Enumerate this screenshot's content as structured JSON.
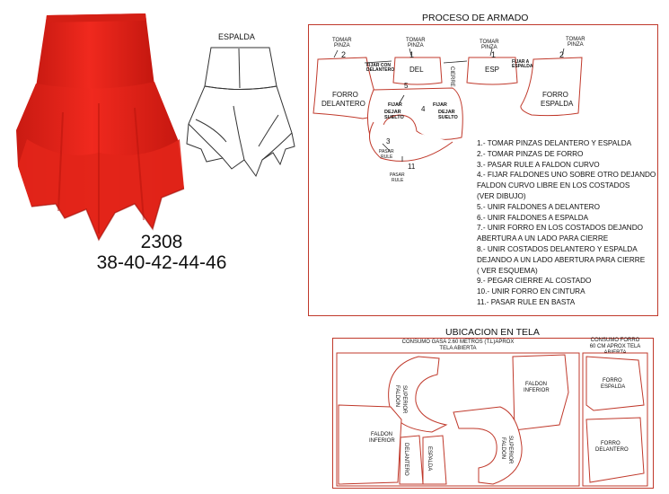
{
  "model": {
    "code": "2308",
    "sizes": "38-40-42-44-46"
  },
  "back_view": {
    "label": "ESPALDA"
  },
  "assembly": {
    "title": "PROCESO DE ARMADO",
    "pieces": {
      "tomar_pinza": "TOMAR\nPINZA",
      "forro_delantero": "FORRO\nDELANTERO",
      "del": "DEL",
      "esp": "ESP",
      "forro_espalda": "FORRO\nESPALDA",
      "fijar_con_delantero": "FIJAR CON\nDELANTERO",
      "fijar_a_espalda": "FIJAR A\nESPALDA",
      "cierre": "CIERRE",
      "fijar": "FIJAR",
      "dejar_suelto": "DEJAR\nSUELTO",
      "pasar_rule": "PASAR\nRULE"
    },
    "step_numbers": [
      "1",
      "2",
      "3",
      "4",
      "5",
      "11"
    ],
    "steps": [
      "1.- TOMAR PINZAS DELANTERO Y ESPALDA",
      "2.- TOMAR PINZAS DE FORRO",
      "3.- PASAR RULE A FALDON CURVO",
      "4.- FIJAR FALDONES UNO SOBRE OTRO DEJANDO\n      FALDON CURVO LIBRE EN LOS COSTADOS\n      (VER DIBUJO)",
      "5.- UNIR FALDONES A DELANTERO",
      "6.- UNIR FALDONES A ESPALDA",
      "7.- UNIR FORRO EN LOS COSTADOS  DEJANDO\n      ABERTURA  A UN LADO PARA CIERRE",
      "8.- UNIR COSTADOS  DELANTERO Y ESPALDA\n      DEJANDO A UN LADO ABERTURA  PARA CIERRE\n      ( VER ESQUEMA)",
      "9.- PEGAR CIERRE AL COSTADO",
      "10.- UNIR FORRO EN CINTURA",
      "11.- PASAR RULE EN BASTA"
    ]
  },
  "fabric": {
    "title": "UBICACION EN TELA",
    "consumo_gasa": "CONSUMO GASA 2.60 METROS (T.L)APROX\nTELA ABIERTA",
    "consumo_forro": "CONSUMO FORRO\n60 CM APROX TELA ABIERTA",
    "pieces": {
      "faldon_superior": "FALDON\nSUPERIOR",
      "faldon_inferior": "FALDON\nINFERIOR",
      "delantero": "DELANTERO",
      "espalda": "ESPALDA",
      "forro_espalda": "FORRO\nESPALDA",
      "forro_delantero": "FORRO\nDELANTERO"
    }
  },
  "colors": {
    "skirt_red": "#e8261c",
    "skirt_shadow": "#b8140d",
    "border_red": "#c0392b"
  }
}
